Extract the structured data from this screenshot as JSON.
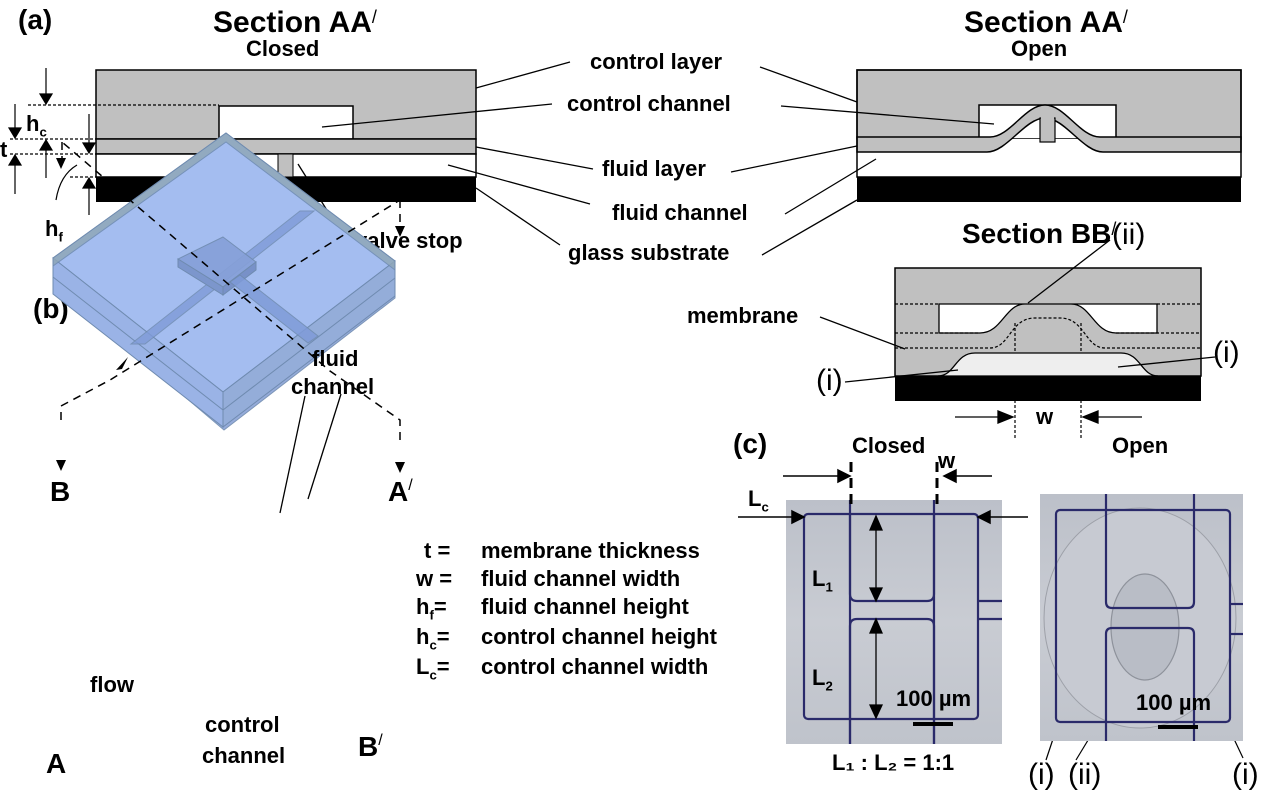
{
  "panels": {
    "a": "(a)",
    "b": "(b)",
    "c": "(c)"
  },
  "section_aa_closed": {
    "title": "Section AA",
    "prime": "/",
    "subtitle": "Closed"
  },
  "section_aa_open": {
    "title": "Section AA",
    "prime": "/",
    "subtitle": "Open"
  },
  "section_bb": {
    "title": "Section BB",
    "prime": "/"
  },
  "layer_labels": {
    "control_layer": "control layer",
    "control_channel": "control channel",
    "fluid_layer": "fluid layer",
    "fluid_channel": "fluid channel",
    "glass_substrate": "glass substrate",
    "valve_stop": "valve stop",
    "membrane": "membrane"
  },
  "dimensions": {
    "hc": "h",
    "hc_sub": "c",
    "t": "t",
    "hf": "h",
    "hf_sub": "f",
    "w": "w"
  },
  "bb_markers": {
    "ii": "(ii)",
    "i_left": "(i)",
    "i_right": "(i)"
  },
  "iso": {
    "fluid_channel_1": "fluid",
    "fluid_channel_2": "channel",
    "control_channel_1": "control",
    "control_channel_2": "channel",
    "flow": "flow",
    "A": "A",
    "A_prime": "A",
    "B": "B",
    "B_prime": "B",
    "prime": "/"
  },
  "legend": [
    {
      "sym": "t",
      "sub": "",
      "text": "membrane thickness"
    },
    {
      "sym": "w",
      "sub": "",
      "text": "fluid channel width"
    },
    {
      "sym": "h",
      "sub": "f",
      "text": "fluid channel height"
    },
    {
      "sym": "h",
      "sub": "c",
      "text": "control channel height"
    },
    {
      "sym": "L",
      "sub": "c",
      "text": "control channel width"
    }
  ],
  "micrographs": {
    "closed_label": "Closed",
    "open_label": "Open",
    "w": "w",
    "Lc": "L",
    "Lc_sub": "c",
    "L1": "L",
    "L1_sub": "1",
    "L2": "L",
    "L2_sub": "2",
    "scale_bar": "100 µm",
    "ratio": "L₁ : L₂ = 1:1",
    "open_markers": [
      "(i)",
      "(ii)",
      "(i)"
    ]
  },
  "colors": {
    "pdms": "#c0c0c0",
    "glass": "#000000",
    "device_blue": "#a4bdf0",
    "device_edge": "#7f9cc0",
    "photo_line": "#2a2a6a"
  }
}
